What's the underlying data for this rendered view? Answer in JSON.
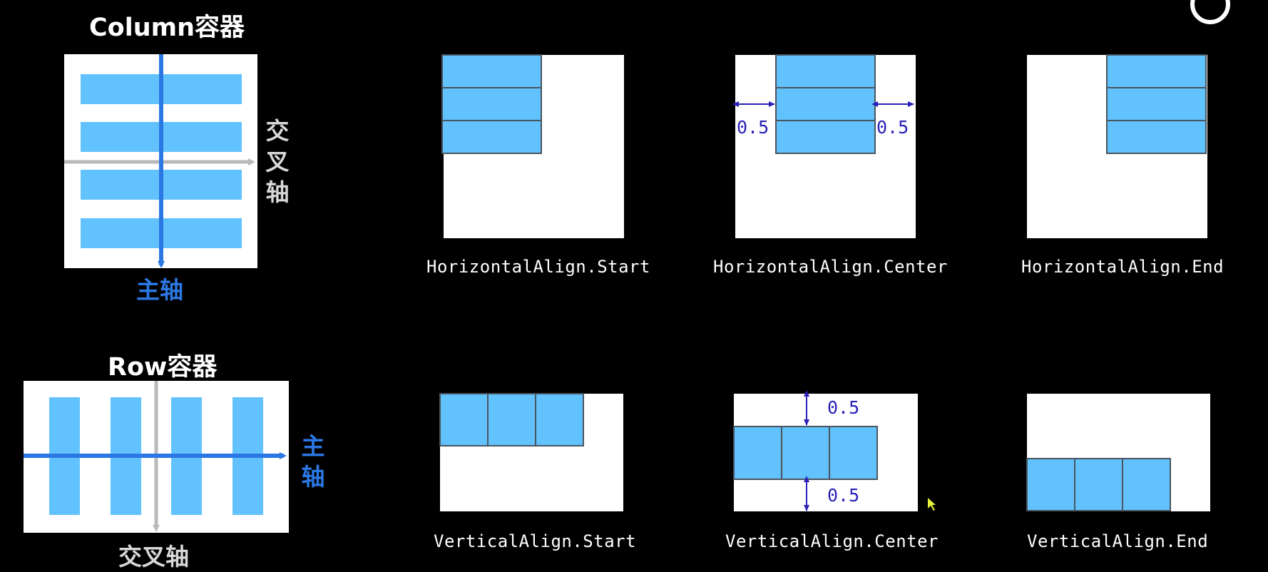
{
  "column_section": {
    "title": "Column容器",
    "main_axis_label": "主轴",
    "cross_axis_label": [
      "交",
      "叉",
      "轴"
    ]
  },
  "row_section": {
    "title": "Row容器",
    "main_axis_label": [
      "主",
      "轴"
    ],
    "cross_axis_label": "交叉轴"
  },
  "horizontal_examples": [
    {
      "caption": "HorizontalAlign.Start"
    },
    {
      "caption": "HorizontalAlign.Center",
      "left_gap": "0.5",
      "right_gap": "0.5"
    },
    {
      "caption": "HorizontalAlign.End"
    }
  ],
  "vertical_examples": [
    {
      "caption": "VerticalAlign.Start"
    },
    {
      "caption": "VerticalAlign.Center",
      "top_gap": "0.5",
      "bottom_gap": "0.5"
    },
    {
      "caption": "VerticalAlign.End"
    }
  ],
  "colors": {
    "background": "#000000",
    "panel": "#ffffff",
    "item": "#62c2fd",
    "item_border": "#4a5560",
    "main_axis": "#2b78e4",
    "cross_axis": "#b9b9b9",
    "dimension": "#2a22b8"
  }
}
